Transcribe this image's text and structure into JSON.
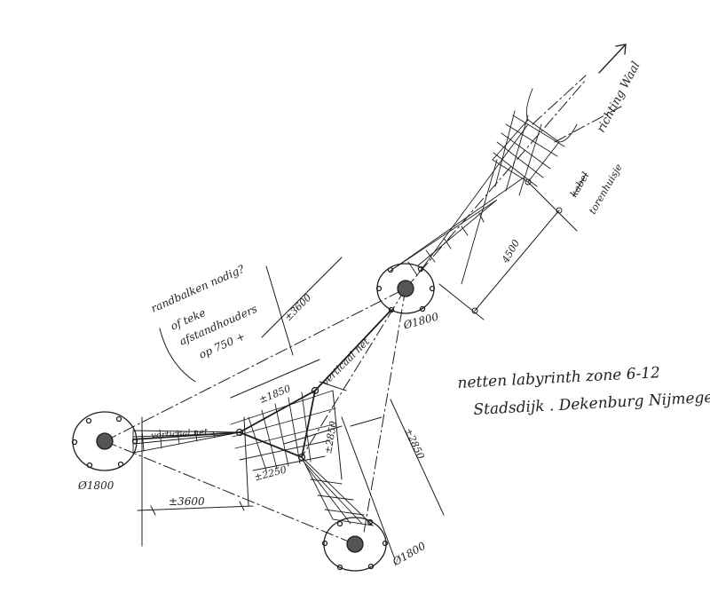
{
  "title": {
    "line1": "netten labyrinth zone 6-12",
    "line2": "Stadsdijk . Dekenburg Nijmegen"
  },
  "notes": {
    "question": "randbalken nodig?",
    "alt1": "of teke",
    "alt2": "afstandhouders",
    "alt3": "op 750 +"
  },
  "labels": {
    "direction": "richting Waal",
    "tower_struck": "kabel",
    "tower": "torenhuisje",
    "vertical_net_1": "verticaal net",
    "vertical_net_2": "verticaal net"
  },
  "dimensions": {
    "d_top": "4500",
    "d_diag": "±3600",
    "d_1850": "±1850",
    "d_2250": "±2250",
    "d_2850a": "±2850",
    "d_2850b": "±2850",
    "d_3600": "±3600",
    "dia_a": "Ø1800",
    "dia_b": "Ø1800",
    "dia_c": "Ø1800"
  },
  "ink_color": "#1e1e1e"
}
